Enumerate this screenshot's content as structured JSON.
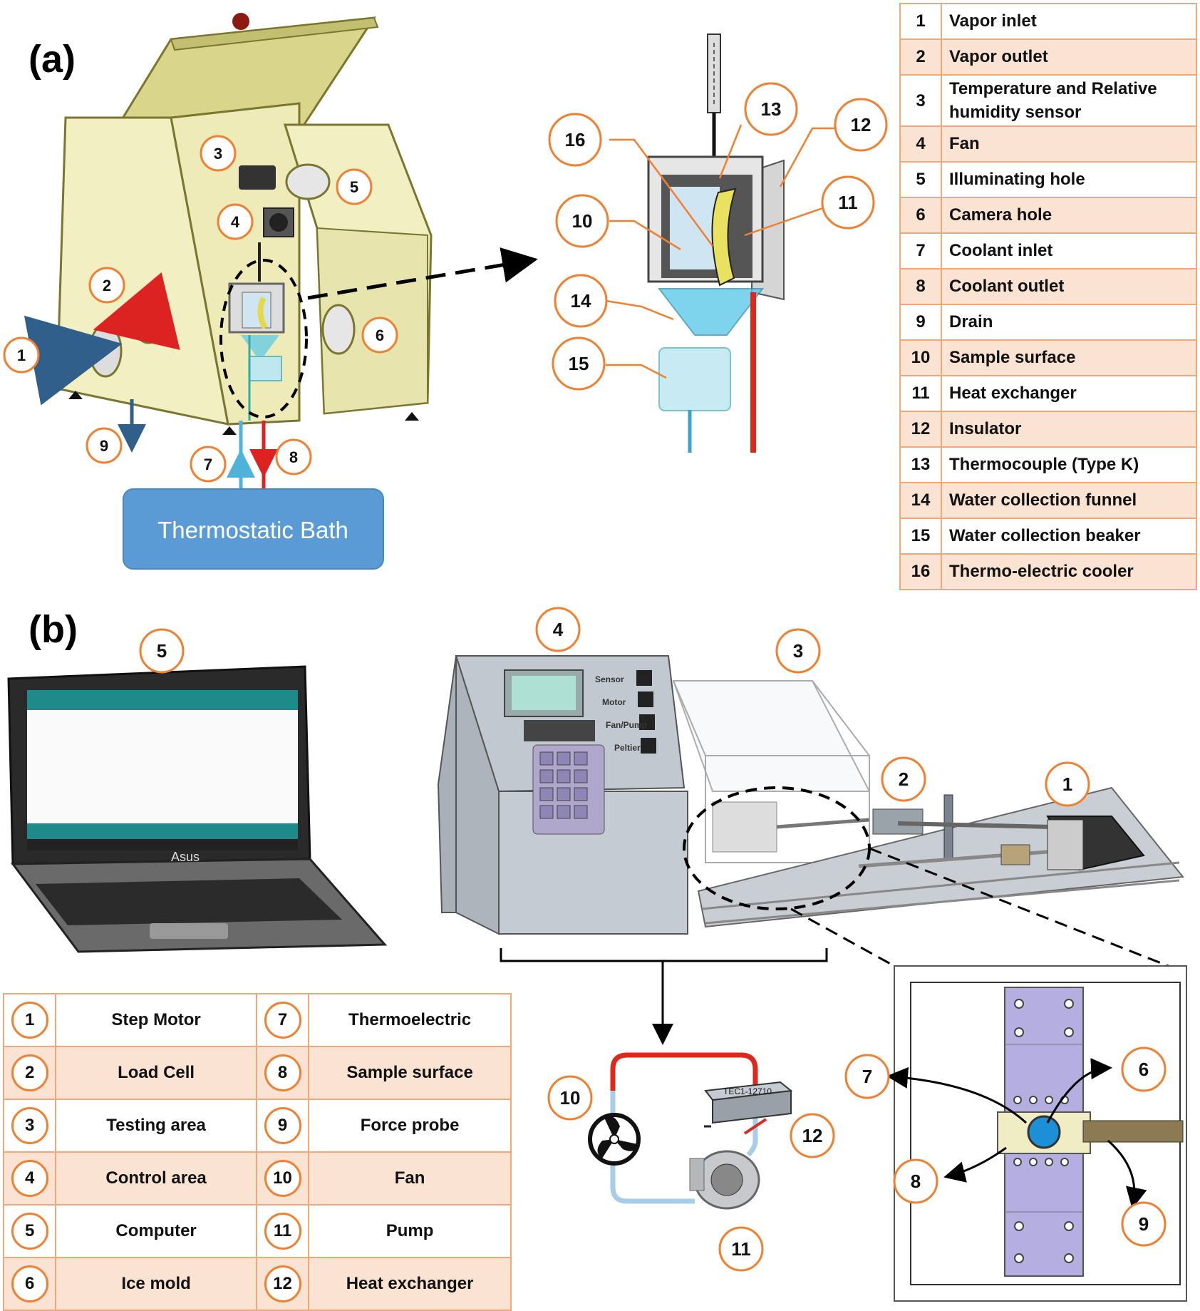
{
  "panel_a": {
    "label": "(a)",
    "bath_label": "Thermostatic Bath",
    "callouts_left": [
      "1",
      "2",
      "3",
      "4",
      "5",
      "6",
      "7",
      "8",
      "9"
    ],
    "callouts_right": [
      "10",
      "11",
      "12",
      "13",
      "14",
      "15",
      "16"
    ],
    "legend": [
      {
        "num": "1",
        "name": "Vapor inlet"
      },
      {
        "num": "2",
        "name": "Vapor outlet"
      },
      {
        "num": "3",
        "name": "Temperature and Relative humidity sensor"
      },
      {
        "num": "4",
        "name": "Fan"
      },
      {
        "num": "5",
        "name": "Illuminating hole"
      },
      {
        "num": "6",
        "name": "Camera hole"
      },
      {
        "num": "7",
        "name": "Coolant inlet"
      },
      {
        "num": "8",
        "name": "Coolant outlet"
      },
      {
        "num": "9",
        "name": "Drain"
      },
      {
        "num": "10",
        "name": "Sample surface"
      },
      {
        "num": "11",
        "name": "Heat exchanger"
      },
      {
        "num": "12",
        "name": "Insulator"
      },
      {
        "num": "13",
        "name": "Thermocouple (Type K)"
      },
      {
        "num": "14",
        "name": "Water collection funnel"
      },
      {
        "num": "15",
        "name": "Water collection beaker"
      },
      {
        "num": "16",
        "name": "Thermo-electric cooler"
      }
    ]
  },
  "panel_b": {
    "label": "(b)",
    "laptop_brand": "Asus",
    "control_labels": [
      "Sensor",
      "Motor",
      "Fan/Pump",
      "Peltier"
    ],
    "tec_label": "TEC1-12710",
    "callouts": [
      "1",
      "2",
      "3",
      "4",
      "5",
      "6",
      "7",
      "8",
      "9",
      "10",
      "11",
      "12"
    ],
    "legend": [
      {
        "num1": "1",
        "name1": "Step Motor",
        "num2": "7",
        "name2": "Thermoelectric"
      },
      {
        "num1": "2",
        "name1": "Load Cell",
        "num2": "8",
        "name2": "Sample surface"
      },
      {
        "num1": "3",
        "name1": "Testing area",
        "num2": "9",
        "name2": "Force probe"
      },
      {
        "num1": "4",
        "name1": "Control area",
        "num2": "10",
        "name2": "Fan"
      },
      {
        "num1": "5",
        "name1": "Computer",
        "num2": "11",
        "name2": "Pump"
      },
      {
        "num1": "6",
        "name1": "Ice mold",
        "num2": "12",
        "name2": "Heat exchanger"
      }
    ]
  },
  "colors": {
    "callout_border": "#f08030",
    "legend_border": "#f0a878",
    "legend_fill": "#fbe3d3",
    "cabinet": "#f2efc2",
    "bath": "#5b9bd5",
    "coolant_hot": "#e0271b",
    "coolant_cold": "#5aa9e0"
  }
}
